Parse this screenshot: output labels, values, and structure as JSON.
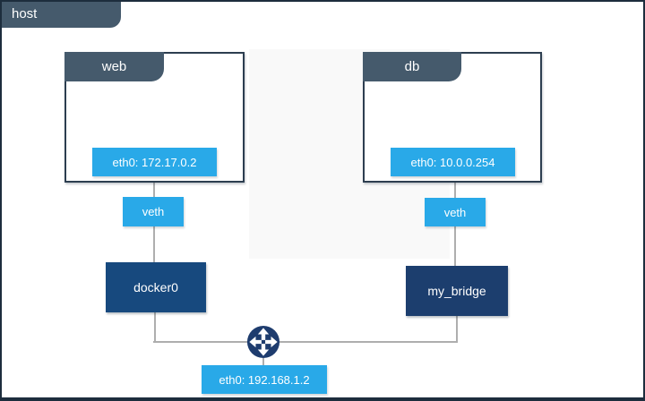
{
  "host": {
    "label": "host",
    "eth0_label": "eth0: 192.168.1.2"
  },
  "containers": [
    {
      "name": "web",
      "eth0": "eth0: 172.17.0.2",
      "veth_label": "veth",
      "bridge_label": "docker0"
    },
    {
      "name": "db",
      "eth0": "eth0: 10.0.0.254",
      "veth_label": "veth",
      "bridge_label": "my_bridge"
    }
  ],
  "icons": {
    "router": "router-crossroads-icon"
  },
  "colors": {
    "tab_header": "#455a6c",
    "container_border": "#2d3e50",
    "host_border": "#1d2d3d",
    "accent_blue": "#29a9e8",
    "docker0_fill": "#17497e",
    "my_bridge_fill": "#1c3e6e",
    "router_navy": "#1e3c6e",
    "connector_gray": "#aeaeae"
  }
}
